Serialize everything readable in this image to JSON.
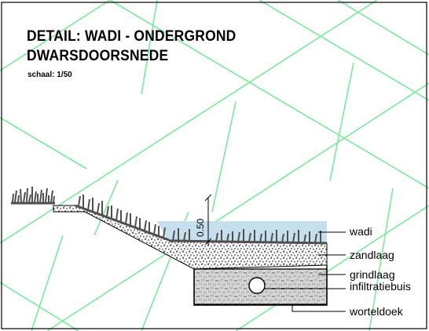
{
  "title": {
    "line1": "DETAIL: WADI - ONDERGROND",
    "line2": "DWARSDOORSNEDE"
  },
  "scale_label": "schaal: 1/50",
  "dimension_label": "0.50",
  "labels": {
    "wadi": "wadi",
    "zandlaag": "zandlaag",
    "grindlaag": "grindlaag",
    "infiltratiebuis": "infiltratiebuis",
    "worteldoek": "worteldoek"
  },
  "colors": {
    "background_grid": "#7be89a",
    "water": "#c6dfec",
    "outline": "#000000",
    "grass": "#5a5a5a",
    "gravel_bg": "#dcdcdc"
  }
}
